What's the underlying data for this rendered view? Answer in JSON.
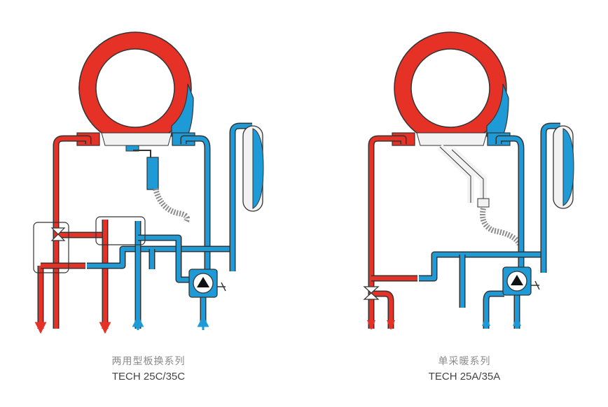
{
  "diagrams": [
    {
      "id": "combi",
      "subtitle": "两用型板换系列",
      "model": "TECH 25C/35C"
    },
    {
      "id": "heating",
      "subtitle": "单采暖系列",
      "model": "TECH 25A/35A"
    }
  ],
  "colors": {
    "hot": "#e63127",
    "cold": "#1e9bd7",
    "outline": "#333333",
    "hose": "#8c8c8c",
    "panel": "#f2f2f2",
    "pump": "#111111"
  }
}
